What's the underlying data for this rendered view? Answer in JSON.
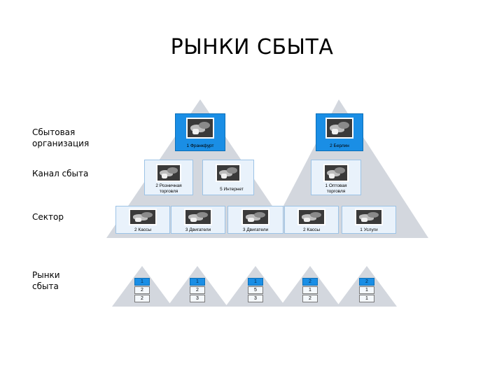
{
  "title": "РЫНКИ СБЫТА",
  "row_labels": [
    "Сбытовая\nорганизация",
    "Канал   сбыта",
    "Сектор",
    "Рынки\nсбыта"
  ],
  "colors": {
    "triangle": "#d3d7de",
    "blue_box": "#1a8ee5",
    "light_box": "#e9f2fb"
  },
  "level1": [
    {
      "caption": "1 Франкфурт"
    },
    {
      "caption": "2 Берлин"
    }
  ],
  "level2": [
    {
      "caption": "2 Розничная\nторговля"
    },
    {
      "caption": "5 Интернет"
    },
    {
      "caption": "1 Оптовая\nторговля"
    }
  ],
  "level3": [
    {
      "caption": "2 Кассы"
    },
    {
      "caption": "3 Двигатели"
    },
    {
      "caption": "3 Двигатели"
    },
    {
      "caption": "2 Кассы"
    },
    {
      "caption": "1 Услуги"
    }
  ],
  "markets": [
    [
      "1",
      "2",
      "2"
    ],
    [
      "1",
      "2",
      "3"
    ],
    [
      "1",
      "5",
      "3"
    ],
    [
      "2",
      "1",
      "2"
    ],
    [
      "2",
      "1",
      "1"
    ]
  ]
}
